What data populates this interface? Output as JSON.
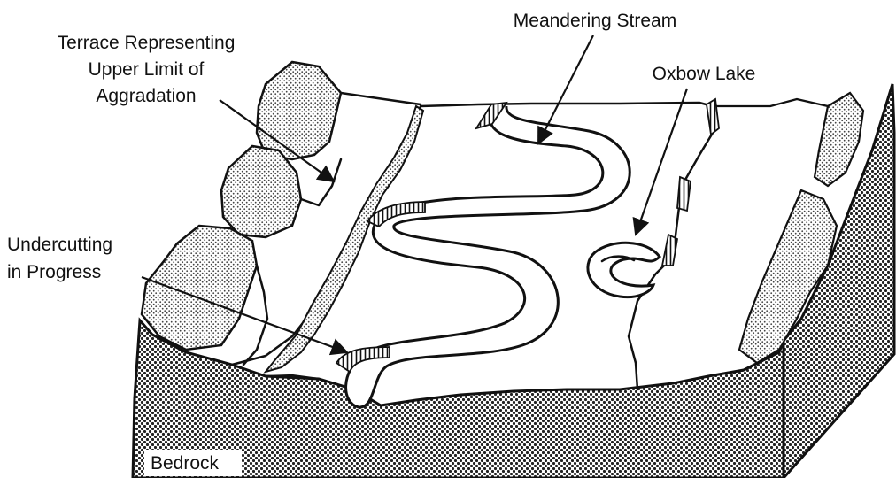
{
  "diagram": {
    "labels": {
      "terrace_line1": "Terrace Representing",
      "terrace_line2": "Upper Limit of",
      "terrace_line3": "Aggradation",
      "meandering": "Meandering Stream",
      "oxbow": "Oxbow Lake",
      "undercut_line1": "Undercutting",
      "undercut_line2": "in Progress",
      "bedrock": "Bedrock"
    }
  }
}
